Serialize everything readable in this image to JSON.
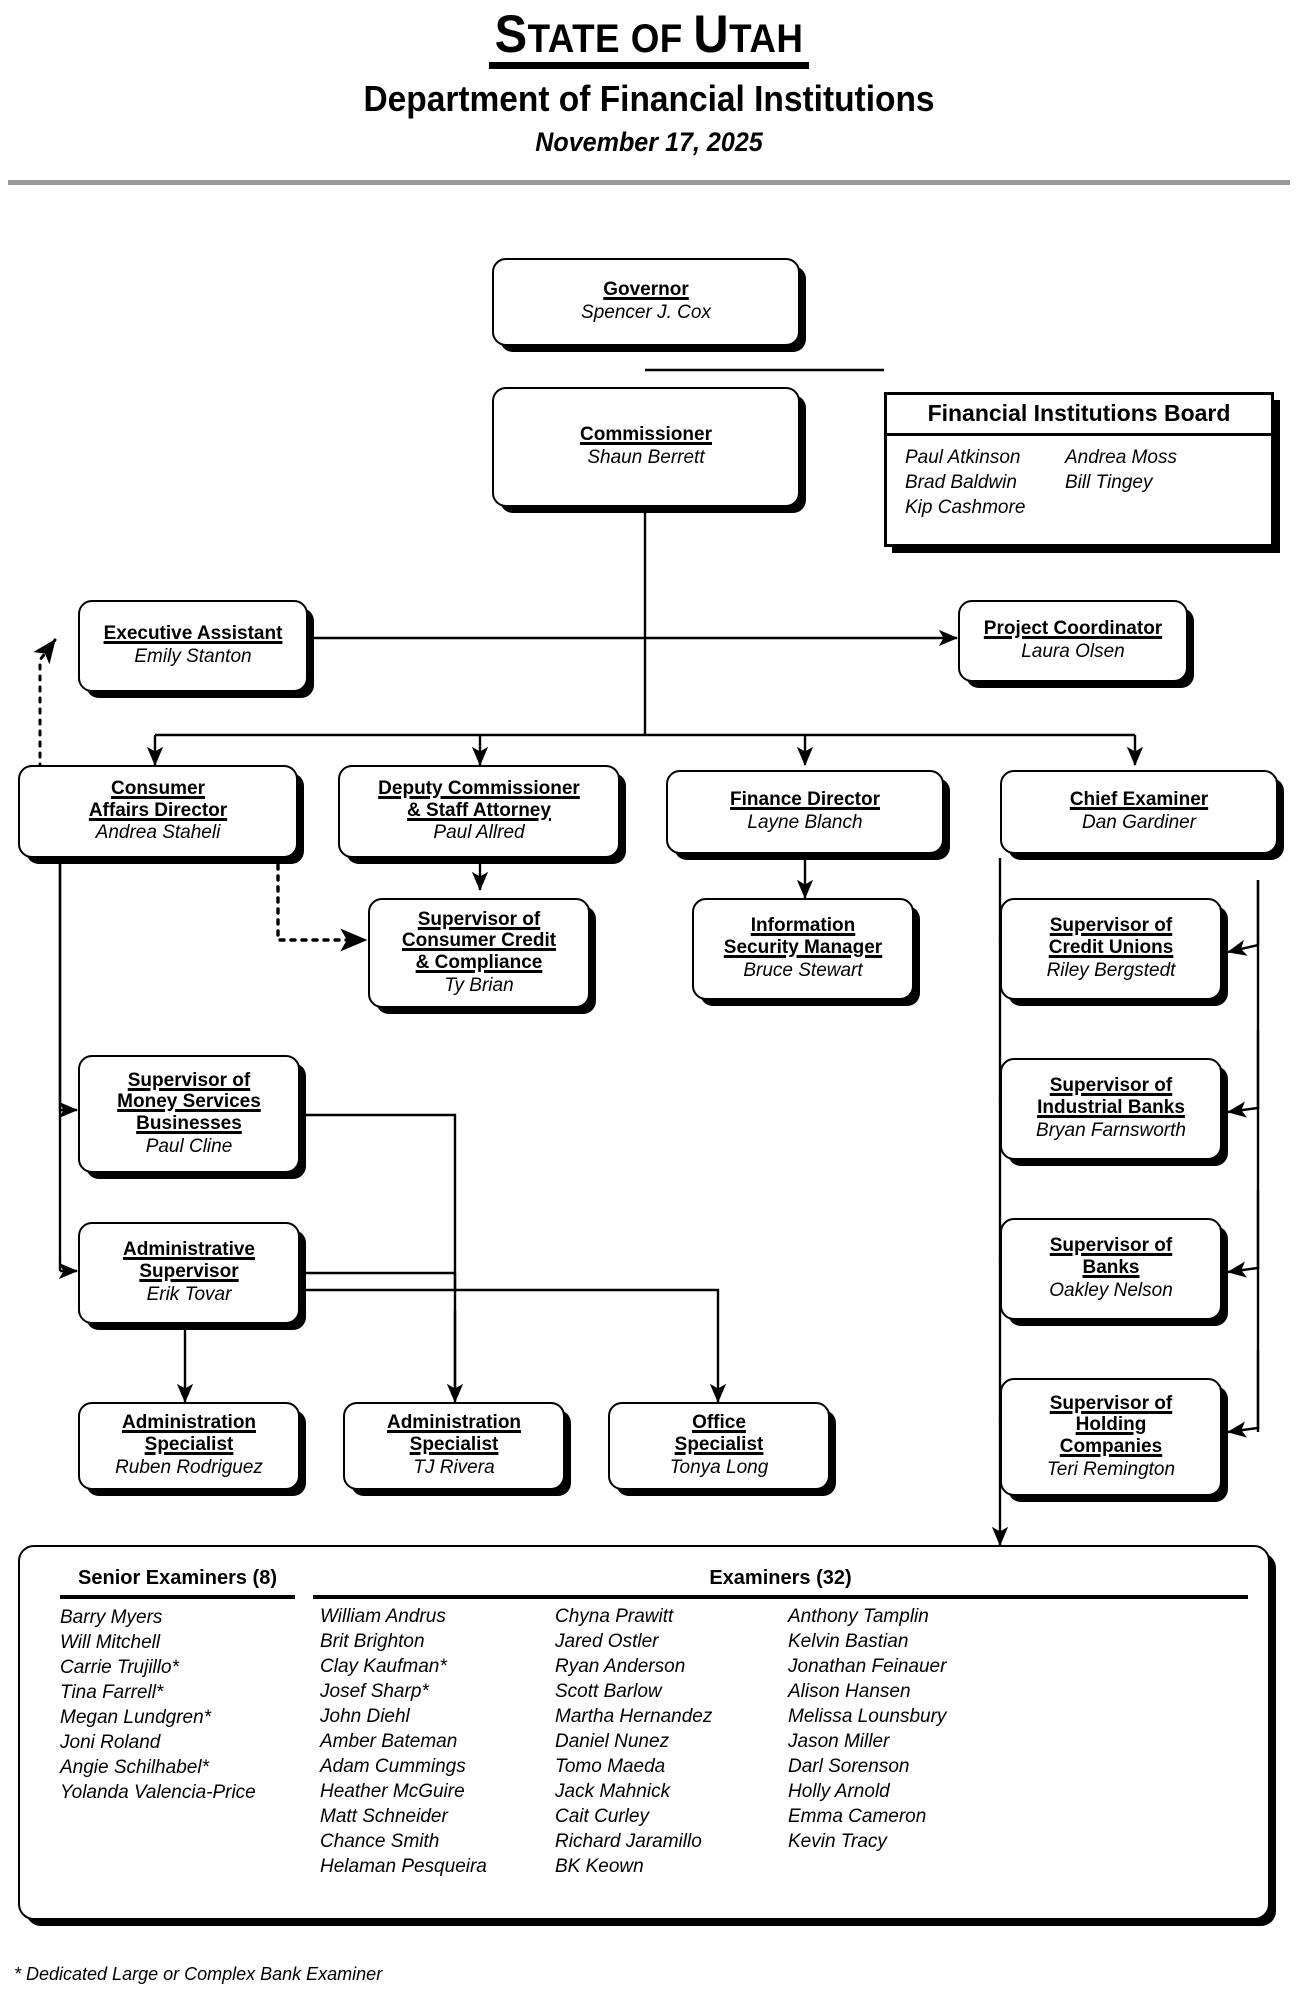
{
  "header": {
    "title_state_prefix": "S",
    "title_state_rest": "TATE OF ",
    "title_state_u": "U",
    "title_state_tail": "TAH",
    "title_state_full": "STATE OF UTAH",
    "department": "Department of Financial Institutions",
    "date": "November 17, 2025"
  },
  "nodes": {
    "governor": {
      "role": "Governor",
      "person": "Spencer J. Cox"
    },
    "commissioner": {
      "role": "Commissioner",
      "person": "Shaun Berrett"
    },
    "exec_assistant": {
      "role": "Executive Assistant",
      "person": "Emily Stanton"
    },
    "project_coord": {
      "role": "Project Coordinator",
      "person": "Laura Olsen"
    },
    "consumer_dir": {
      "role": "Consumer\nAffairs Director",
      "person": "Andrea Staheli"
    },
    "deputy_comm": {
      "role": "Deputy Commissioner\n& Staff Attorney",
      "person": "Paul Allred"
    },
    "finance_dir": {
      "role": "Finance Director",
      "person": "Layne Blanch"
    },
    "chief_examiner": {
      "role": "Chief Examiner",
      "person": "Dan Gardiner"
    },
    "sup_credit": {
      "role": "Supervisor of\nConsumer Credit\n& Compliance",
      "person": "Ty Brian"
    },
    "info_security": {
      "role": "Information\nSecurity Manager",
      "person": "Bruce Stewart"
    },
    "sup_cu": {
      "role": "Supervisor of\nCredit Unions",
      "person": "Riley Bergstedt"
    },
    "sup_msb": {
      "role": "Supervisor of\nMoney Services\nBusinesses",
      "person": "Paul Cline"
    },
    "sup_ib": {
      "role": "Supervisor of\nIndustrial Banks",
      "person": "Bryan Farnsworth"
    },
    "admin_sup": {
      "role": "Administrative\nSupervisor",
      "person": "Erik Tovar"
    },
    "sup_banks": {
      "role": "Supervisor of\nBanks",
      "person": "Oakley Nelson"
    },
    "admin_spec_1": {
      "role": "Administration\nSpecialist",
      "person": "Ruben Rodriguez"
    },
    "admin_spec_2": {
      "role": "Administration\nSpecialist",
      "person": "TJ Rivera"
    },
    "office_spec": {
      "role": "Office\nSpecialist",
      "person": "Tonya Long"
    },
    "sup_holding": {
      "role": "Supervisor of\nHolding\nCompanies",
      "person": "Teri Remington"
    }
  },
  "board": {
    "title": "Financial Institutions Board",
    "column_1": [
      "Paul Atkinson",
      "Brad Baldwin",
      "Kip Cashmore"
    ],
    "column_2": [
      "Andrea Moss",
      "Bill Tingey"
    ]
  },
  "examiners_panel": {
    "senior_heading": "Senior Examiners (8)",
    "senior_names": [
      "Barry Myers",
      "Will Mitchell",
      "Carrie Trujillo*",
      "Tina Farrell*",
      "Megan Lundgren*",
      "Joni Roland",
      "Angie Schilhabel*",
      "Yolanda Valencia-Price"
    ],
    "examiners_heading": "Examiners (32)",
    "column_1": [
      "William Andrus",
      "Brit Brighton",
      "Clay Kaufman*",
      "Josef Sharp*",
      "John Diehl",
      "Amber Bateman",
      "Adam Cummings",
      "Heather McGuire",
      "Matt Schneider",
      "Chance Smith",
      "Helaman Pesqueira"
    ],
    "column_2": [
      "Chyna Prawitt",
      "Jared Ostler",
      "Ryan Anderson",
      "Scott Barlow",
      "Martha Hernandez",
      "Daniel Nunez",
      "Tomo Maeda",
      "Jack Mahnick",
      "Cait Curley",
      "Richard Jaramillo",
      "BK Keown"
    ],
    "column_3": [
      "Anthony Tamplin",
      "Kelvin Bastian",
      "Jonathan Feinauer",
      "Alison Hansen",
      "Melissa Lounsbury",
      "Jason Miller",
      "Darl Sorenson",
      "Holly Arnold",
      "Emma Cameron",
      "Kevin Tracy"
    ]
  },
  "footnote": "* Dedicated Large or Complex Bank Examiner",
  "colors": {
    "ink": "#000000",
    "background": "#ffffff",
    "header_rule": "#9a9a9a"
  }
}
